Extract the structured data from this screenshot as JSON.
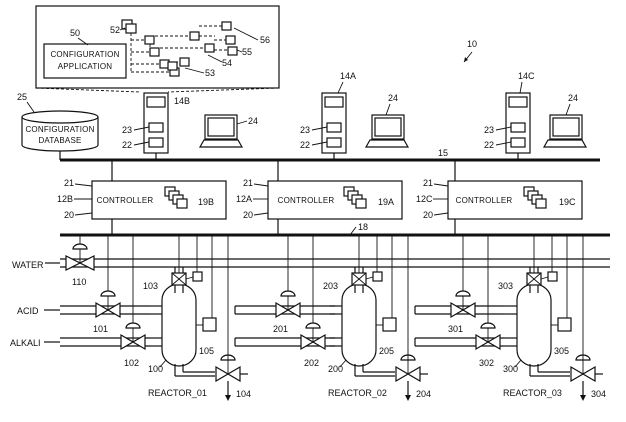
{
  "labels": {
    "system": "10",
    "config_app_ref": "50",
    "config_app_line1": "CONFIGURATION",
    "config_app_line2": "APPLICATION",
    "ref_52": "52",
    "ref_53": "53",
    "ref_54": "54",
    "ref_55": "55",
    "ref_56": "56",
    "db_ref": "25",
    "db_line1": "CONFIGURATION",
    "db_line2": "DATABASE",
    "ws_b": "14B",
    "ws_a": "14A",
    "ws_c": "14C",
    "ref_23": "23",
    "ref_22": "22",
    "ref_24": "24",
    "network": "15",
    "ref_21": "21",
    "ref_20": "20",
    "ctrl_b_ref": "12B",
    "ctrl_a_ref": "12A",
    "ctrl_c_ref": "12C",
    "controller": "CONTROLLER",
    "io_b": "19B",
    "io_a": "19A",
    "io_c": "19C",
    "io_bus": "18",
    "water": "WATER",
    "acid": "ACID",
    "alkali": "ALKALI",
    "v110": "110",
    "v101": "101",
    "v102": "102",
    "v103": "103",
    "v104": "104",
    "r100": "100",
    "s105": "105",
    "v201": "201",
    "v202": "202",
    "v203": "203",
    "v204": "204",
    "r200": "200",
    "s205": "205",
    "v301": "301",
    "v302": "302",
    "v303": "303",
    "v304": "304",
    "r300": "300",
    "s305": "305",
    "reactor1": "REACTOR_01",
    "reactor2": "REACTOR_02",
    "reactor3": "REACTOR_03"
  }
}
